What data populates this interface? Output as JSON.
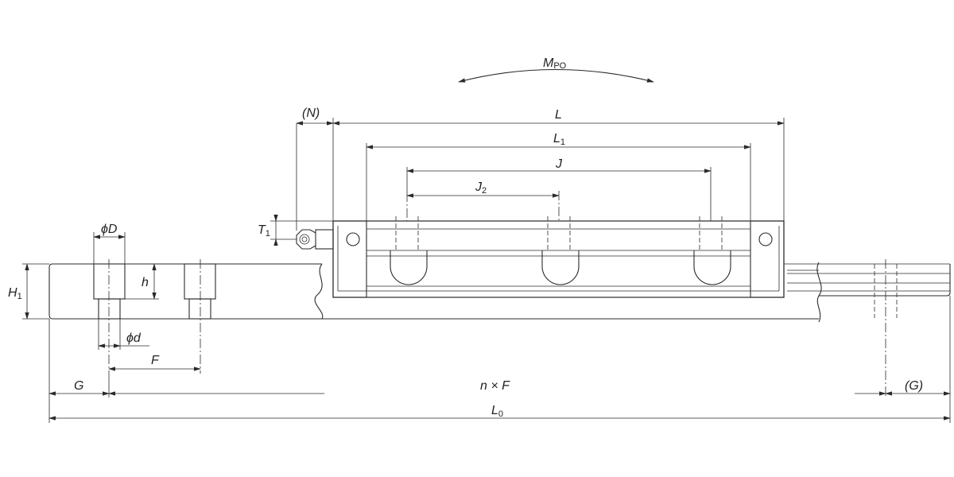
{
  "labels": {
    "mpo": "M",
    "mpo_sub": "PO",
    "n_paren": "(N)",
    "l": "L",
    "l1": "L",
    "l1_sub": "1",
    "j": "J",
    "j2": "J",
    "j2_sub": "2",
    "t1": "T",
    "t1_sub": "1",
    "phi_d_large": "ϕD",
    "h_small": "h",
    "h1": "H",
    "h1_sub": "1",
    "phi_d_small": "ϕd",
    "f": "F",
    "g": "G",
    "nxf": "n × F",
    "g_paren": "(G)",
    "l0": "L",
    "l0_sub": "0"
  }
}
